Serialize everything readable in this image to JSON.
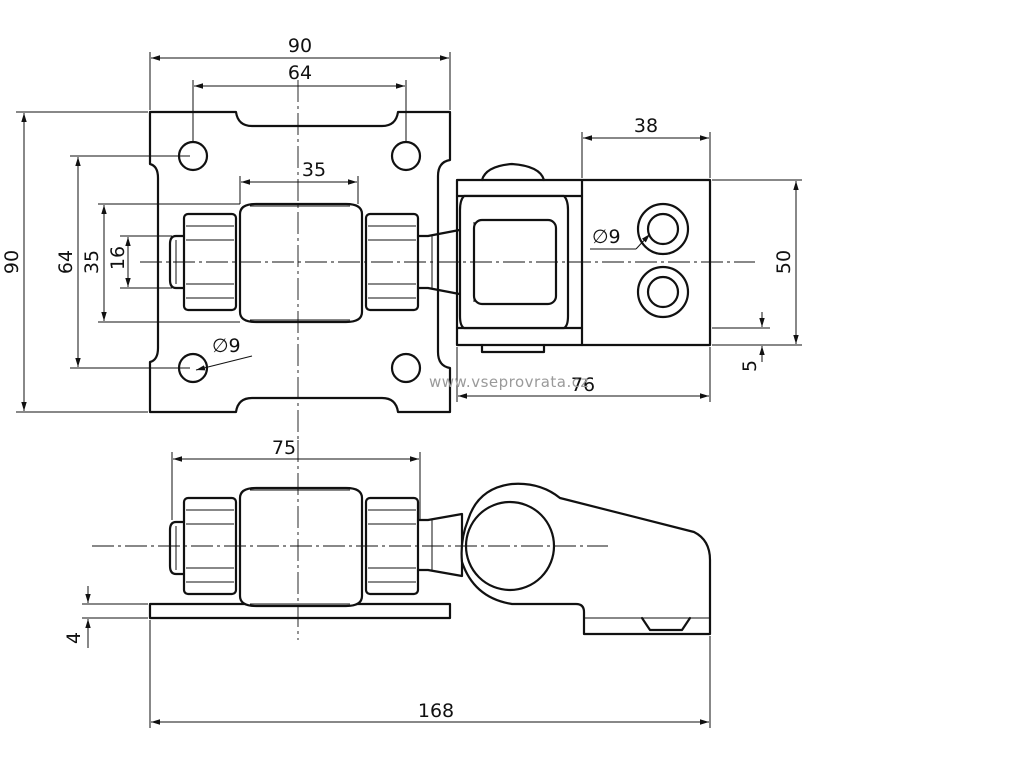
{
  "drawing": {
    "dimensions": {
      "top_width": "90",
      "top_hole_spacing": "64",
      "nut_span": "35",
      "plate_height": "90",
      "vertical_hole_spacing": "64",
      "body_height": "35",
      "thread_height": "16",
      "hole_diameter_left": "∅9",
      "hole_diameter_right": "∅9",
      "clamp_width": "38",
      "clamp_height": "50",
      "clamp_offset": "5",
      "clamp_length": "76",
      "side_length": "75",
      "plate_thickness": "4",
      "overall_length": "168"
    },
    "watermark": "www.vseprovrata.cz"
  }
}
